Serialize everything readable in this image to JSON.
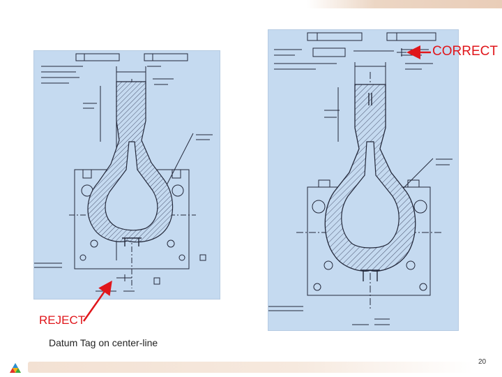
{
  "annotations": {
    "correct_label": "CORRECT",
    "reject_label": "REJECT",
    "caption": "Datum Tag on center-line"
  },
  "page_number": "20",
  "colors": {
    "annotation_red": "#e0161b",
    "drawing_background": "#c5daf0",
    "footer_band": "#f3e1d3"
  },
  "icons": {
    "logo": "tri-color-logo-icon",
    "arrows": "red-pointer-arrow-icon"
  }
}
